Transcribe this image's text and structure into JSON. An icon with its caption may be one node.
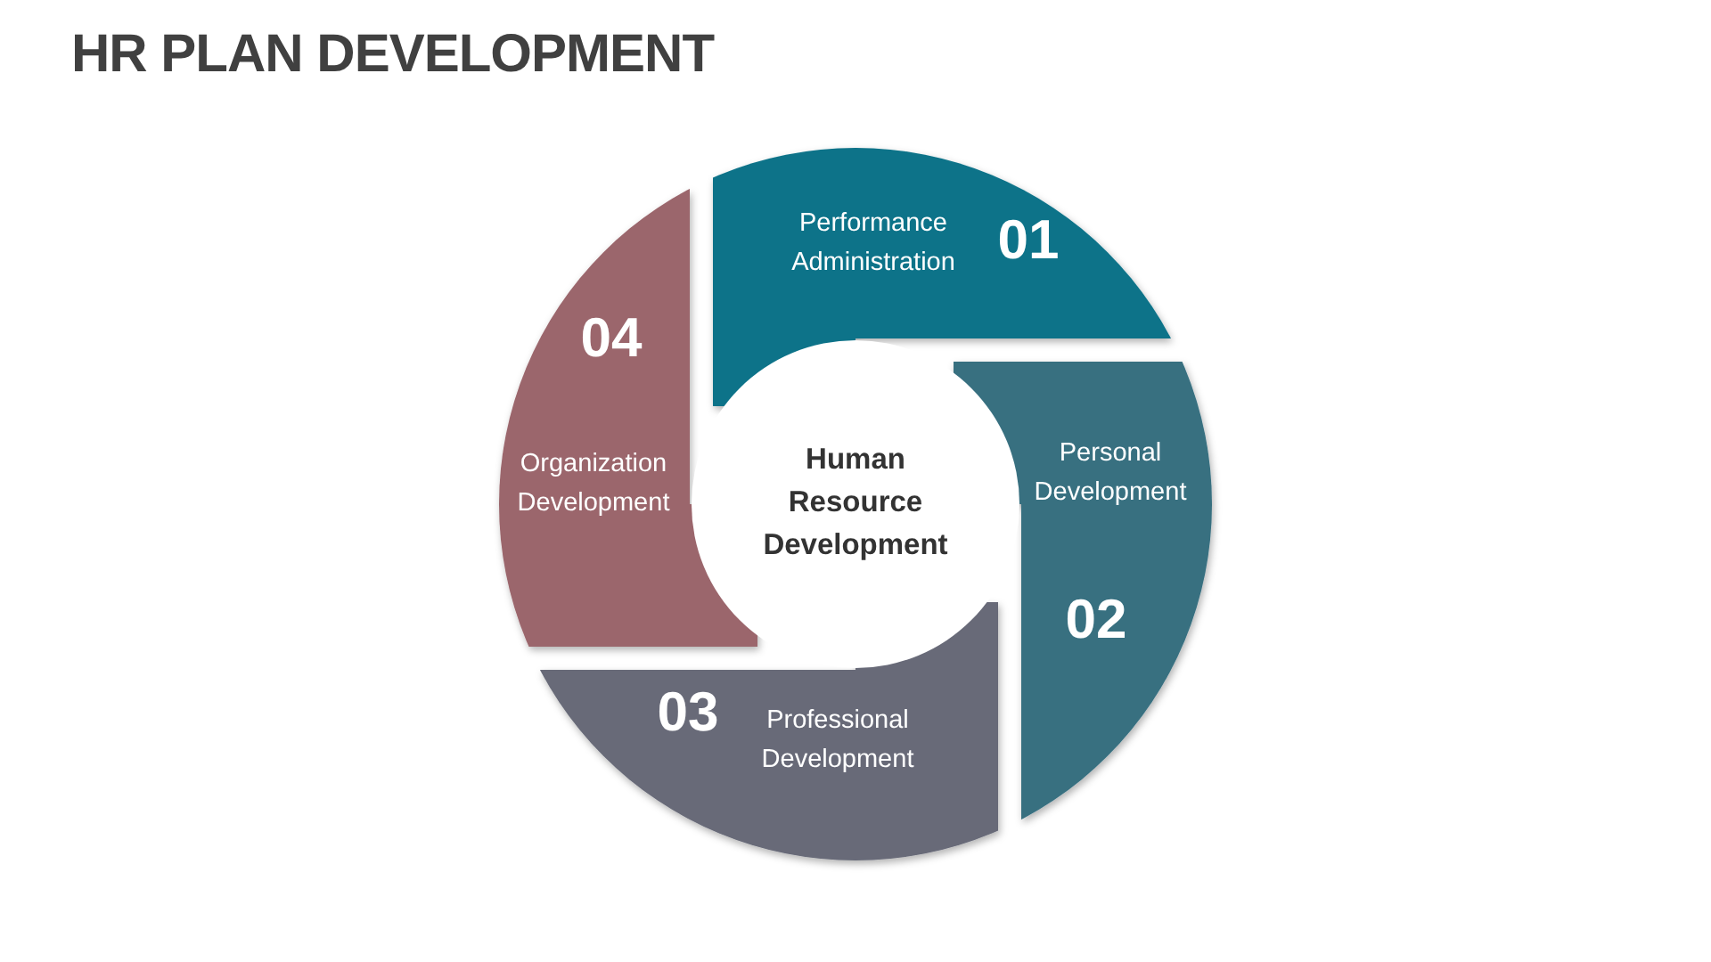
{
  "diagram": {
    "title": "HR PLAN DEVELOPMENT",
    "nodes": [
      {
        "text": [
          "Human Resource Development"
        ]
      },
      {
        "text": [
          "Performance Administration",
          "01"
        ]
      },
      {
        "text": [
          "Personal Development",
          "02"
        ]
      },
      {
        "text": [
          "03",
          "Professional Development"
        ]
      },
      {
        "text": [
          "04",
          "Organization Development"
        ]
      }
    ]
  }
}
